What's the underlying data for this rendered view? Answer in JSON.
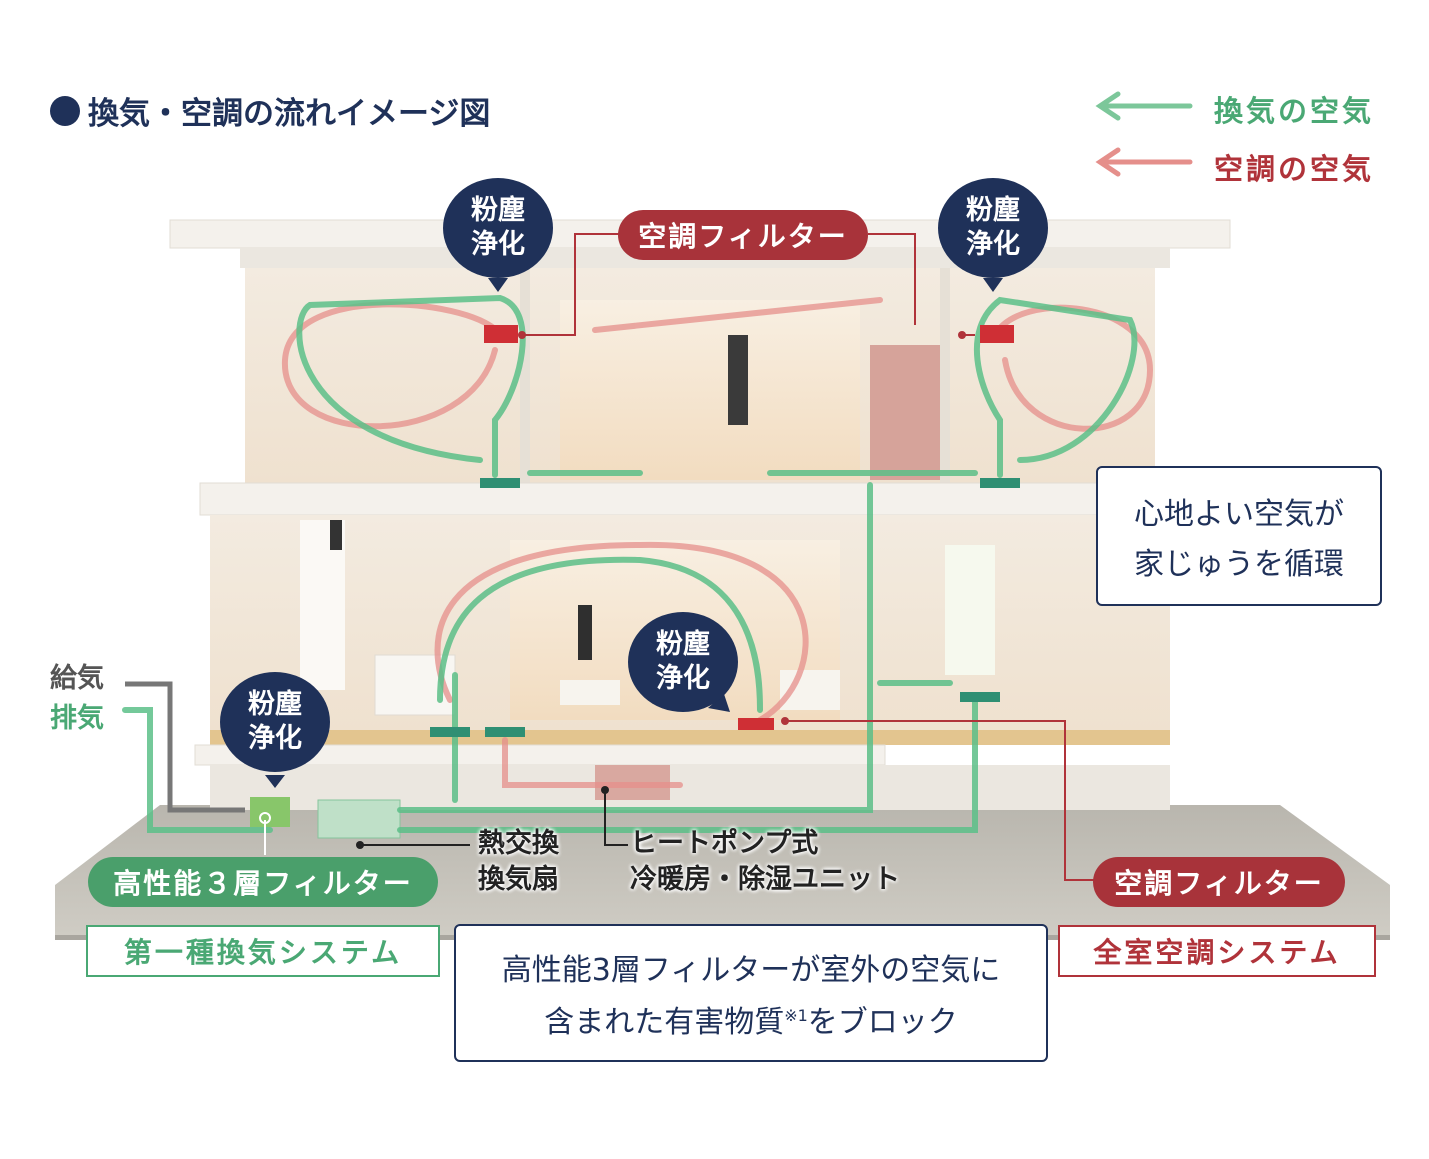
{
  "title": "換気・空調の流れイメージ図",
  "legend": {
    "ventilation": "換気の空気",
    "ac": "空調の空気"
  },
  "bubbles": {
    "dust_line1": "粉塵",
    "dust_line2": "浄化"
  },
  "ac_filter_label": "空調フィルター",
  "message_box": {
    "line1": "心地よい空気が",
    "line2": "家じゅうを循環"
  },
  "intake_label": "給気",
  "exhaust_label": "排気",
  "heat_exchanger_label": {
    "line1": "熱交換",
    "line2": "換気扇"
  },
  "heat_pump_label": {
    "line1": "ヒートポンプ式",
    "line2": "冷暖房・除湿ユニット"
  },
  "high_perf_filter_label": "高性能３層フィルター",
  "system_ventilation": "第一種換気システム",
  "system_ac": "全室空調システム",
  "filter_note": {
    "line1": "高性能3層フィルターが室外の空気に",
    "line2_pre": "含まれた有害物質",
    "line2_sup": "※1",
    "line2_post": "をブロック"
  },
  "colors": {
    "navy": "#1f3159",
    "ventilation_green": "#4aa874",
    "ac_red": "#b0333a"
  }
}
